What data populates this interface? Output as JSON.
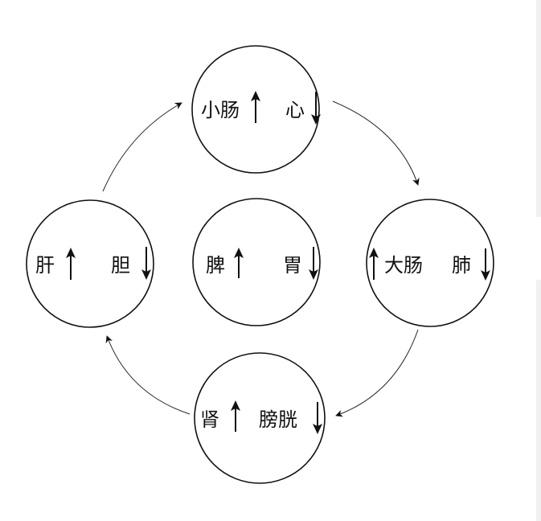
{
  "colors": {
    "stroke": "#111111",
    "text": "#111111",
    "background": "#ffffff"
  },
  "nodes": {
    "top": {
      "left_label": "小肠",
      "left_arrow": "up",
      "right_label": "心",
      "right_arrow": "down"
    },
    "left": {
      "left_label": "肝",
      "left_arrow": "up",
      "right_label": "胆",
      "right_arrow": "down"
    },
    "center": {
      "left_label": "脾",
      "left_arrow": "up",
      "right_label": "胃",
      "right_arrow": "down"
    },
    "right": {
      "left_label": "大肠",
      "left_arrow": "up",
      "right_label": "肺",
      "right_arrow": "down"
    },
    "bottom": {
      "left_label": "肾",
      "left_arrow": "up",
      "right_label": "膀胱",
      "right_arrow": "down"
    }
  },
  "edges": [
    {
      "from": "left",
      "to": "top"
    },
    {
      "from": "top",
      "to": "right"
    },
    {
      "from": "right",
      "to": "bottom"
    },
    {
      "from": "bottom",
      "to": "left"
    }
  ]
}
